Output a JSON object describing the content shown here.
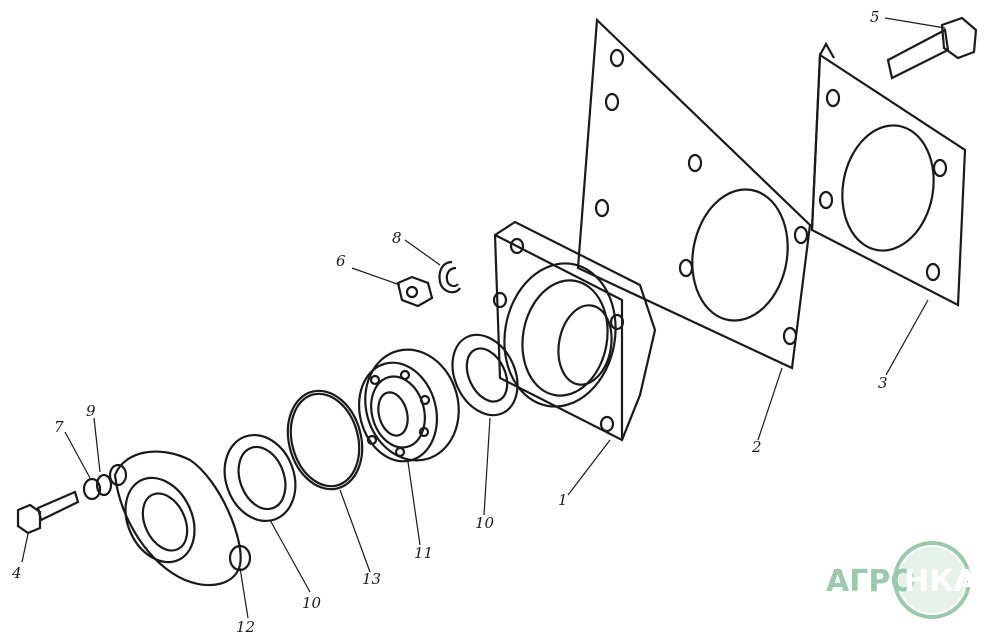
{
  "callouts": {
    "c1": "1",
    "c2": "2",
    "c3": "3",
    "c4": "4",
    "c5": "5",
    "c6": "6",
    "c7": "7",
    "c8": "8",
    "c9": "9",
    "c10a": "10",
    "c10b": "10",
    "c11": "11",
    "c12": "12",
    "c13": "13"
  },
  "watermark": {
    "logo_text_left": "АГРО",
    "logo_text_right": "НКА",
    "logo_color": "#9bc9ad",
    "ring_color": "#9bc9ad"
  },
  "colors": {
    "ink": "#1a1a1a",
    "paper": "#ffffff"
  }
}
